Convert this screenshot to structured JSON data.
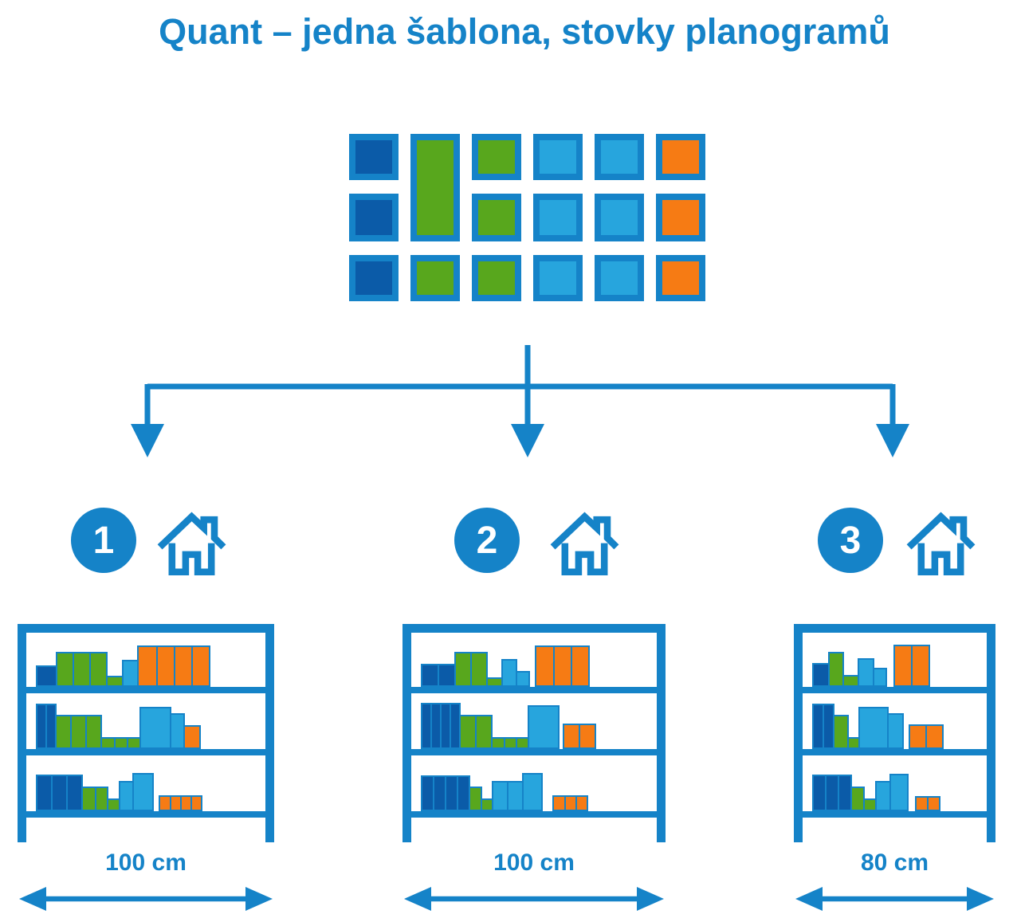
{
  "title": "Quant – jedna šablona, stovky planogramů",
  "palette": {
    "accent": "#1583c8",
    "dark_blue": "#0b5ba8",
    "green": "#58a71d",
    "light_blue": "#27a5dd",
    "orange": "#f67b14"
  },
  "icons": {
    "store": "house-icon",
    "branch": "arrow-down-icon",
    "dimension": "double-arrow-horizontal-icon"
  },
  "template_grid": {
    "columns": 6,
    "rows": 3,
    "cells": [
      {
        "col": 1,
        "row": 1,
        "color": "dark_blue"
      },
      {
        "col": 1,
        "row": 2,
        "color": "dark_blue"
      },
      {
        "col": 1,
        "row": 3,
        "color": "dark_blue"
      },
      {
        "col": 2,
        "row": 1,
        "color": "green",
        "rowspan": 2
      },
      {
        "col": 2,
        "row": 3,
        "color": "green"
      },
      {
        "col": 3,
        "row": 1,
        "color": "green"
      },
      {
        "col": 3,
        "row": 2,
        "color": "green"
      },
      {
        "col": 3,
        "row": 3,
        "color": "green"
      },
      {
        "col": 4,
        "row": 1,
        "color": "light_blue"
      },
      {
        "col": 4,
        "row": 2,
        "color": "light_blue"
      },
      {
        "col": 4,
        "row": 3,
        "color": "light_blue"
      },
      {
        "col": 5,
        "row": 1,
        "color": "light_blue"
      },
      {
        "col": 5,
        "row": 2,
        "color": "light_blue"
      },
      {
        "col": 5,
        "row": 3,
        "color": "light_blue"
      },
      {
        "col": 6,
        "row": 1,
        "color": "orange"
      },
      {
        "col": 6,
        "row": 2,
        "color": "orange"
      },
      {
        "col": 6,
        "row": 3,
        "color": "orange"
      }
    ]
  },
  "stores": [
    {
      "number": "1",
      "width_label": "100 cm",
      "rows": [
        [
          {
            "c": "d",
            "w": 27,
            "h": 27
          },
          {
            "c": "g",
            "w": 23,
            "h": 44
          },
          {
            "c": "g",
            "w": 23,
            "h": 44
          },
          {
            "c": "g",
            "w": 23,
            "h": 44
          },
          {
            "c": "g",
            "w": 22,
            "h": 14
          },
          {
            "c": "l",
            "w": 21,
            "h": 34
          },
          {
            "c": "o",
            "w": 26,
            "h": 52
          },
          {
            "c": "o",
            "w": 24,
            "h": 52
          },
          {
            "c": "o",
            "w": 24,
            "h": 52
          },
          {
            "c": "o",
            "w": 24,
            "h": 52
          }
        ],
        [
          {
            "c": "d",
            "w": 14,
            "h": 57
          },
          {
            "c": "d",
            "w": 14,
            "h": 57
          },
          {
            "c": "g",
            "w": 21,
            "h": 43
          },
          {
            "c": "g",
            "w": 21,
            "h": 43
          },
          {
            "c": "g",
            "w": 21,
            "h": 43
          },
          {
            "c": "g",
            "w": 19,
            "h": 15
          },
          {
            "c": "g",
            "w": 18,
            "h": 15
          },
          {
            "c": "g",
            "w": 18,
            "h": 15
          },
          {
            "c": "l",
            "w": 40,
            "h": 53
          },
          {
            "c": "l",
            "w": 19,
            "h": 45
          },
          {
            "c": "o",
            "w": 22,
            "h": 30
          }
        ],
        [
          {
            "c": "d",
            "w": 21,
            "h": 46
          },
          {
            "c": "d",
            "w": 21,
            "h": 46
          },
          {
            "c": "d",
            "w": 21,
            "h": 46
          },
          {
            "c": "g",
            "w": 19,
            "h": 31
          },
          {
            "c": "g",
            "w": 17,
            "h": 31
          },
          {
            "c": "g",
            "w": 17,
            "h": 16
          },
          {
            "c": "l",
            "w": 19,
            "h": 38
          },
          {
            "c": "l",
            "w": 27,
            "h": 48
          },
          {
            "c": "o",
            "w": 16,
            "h": 20,
            "ml": 6
          },
          {
            "c": "o",
            "w": 15,
            "h": 20
          },
          {
            "c": "o",
            "w": 15,
            "h": 20
          },
          {
            "c": "o",
            "w": 15,
            "h": 20
          }
        ]
      ]
    },
    {
      "number": "2",
      "width_label": "100 cm",
      "rows": [
        [
          {
            "c": "d",
            "w": 23,
            "h": 29
          },
          {
            "c": "d",
            "w": 23,
            "h": 29
          },
          {
            "c": "g",
            "w": 22,
            "h": 44
          },
          {
            "c": "g",
            "w": 22,
            "h": 44
          },
          {
            "c": "g",
            "w": 21,
            "h": 12
          },
          {
            "c": "l",
            "w": 20,
            "h": 35
          },
          {
            "c": "l",
            "w": 18,
            "h": 20
          },
          {
            "c": "o",
            "w": 25,
            "h": 52,
            "ml": 6
          },
          {
            "c": "o",
            "w": 24,
            "h": 52
          },
          {
            "c": "o",
            "w": 24,
            "h": 52
          }
        ],
        [
          {
            "c": "d",
            "w": 14,
            "h": 58
          },
          {
            "c": "d",
            "w": 14,
            "h": 58
          },
          {
            "c": "d",
            "w": 14,
            "h": 58
          },
          {
            "c": "d",
            "w": 14,
            "h": 58
          },
          {
            "c": "g",
            "w": 22,
            "h": 43
          },
          {
            "c": "g",
            "w": 22,
            "h": 43
          },
          {
            "c": "g",
            "w": 18,
            "h": 15
          },
          {
            "c": "g",
            "w": 17,
            "h": 15
          },
          {
            "c": "g",
            "w": 17,
            "h": 15
          },
          {
            "c": "l",
            "w": 40,
            "h": 55
          },
          {
            "c": "o",
            "w": 22,
            "h": 32,
            "ml": 4
          },
          {
            "c": "o",
            "w": 22,
            "h": 32
          }
        ],
        [
          {
            "c": "d",
            "w": 17,
            "h": 45
          },
          {
            "c": "d",
            "w": 17,
            "h": 45
          },
          {
            "c": "d",
            "w": 17,
            "h": 45
          },
          {
            "c": "d",
            "w": 17,
            "h": 45
          },
          {
            "c": "g",
            "w": 17,
            "h": 31
          },
          {
            "c": "g",
            "w": 16,
            "h": 16
          },
          {
            "c": "l",
            "w": 21,
            "h": 38
          },
          {
            "c": "l",
            "w": 21,
            "h": 38
          },
          {
            "c": "l",
            "w": 26,
            "h": 48
          },
          {
            "c": "o",
            "w": 17,
            "h": 20,
            "ml": 12
          },
          {
            "c": "o",
            "w": 16,
            "h": 20
          },
          {
            "c": "o",
            "w": 16,
            "h": 20
          }
        ]
      ]
    },
    {
      "number": "3",
      "width_label": "80 cm",
      "rows": [
        [
          {
            "c": "d",
            "w": 22,
            "h": 30
          },
          {
            "c": "g",
            "w": 20,
            "h": 44
          },
          {
            "c": "g",
            "w": 21,
            "h": 15
          },
          {
            "c": "l",
            "w": 21,
            "h": 36
          },
          {
            "c": "l",
            "w": 18,
            "h": 24
          },
          {
            "c": "o",
            "w": 24,
            "h": 53,
            "ml": 8
          },
          {
            "c": "o",
            "w": 24,
            "h": 53
          }
        ],
        [
          {
            "c": "d",
            "w": 15,
            "h": 57
          },
          {
            "c": "d",
            "w": 15,
            "h": 57
          },
          {
            "c": "g",
            "w": 20,
            "h": 43
          },
          {
            "c": "g",
            "w": 16,
            "h": 15
          },
          {
            "c": "l",
            "w": 38,
            "h": 53
          },
          {
            "c": "l",
            "w": 21,
            "h": 45
          },
          {
            "c": "o",
            "w": 23,
            "h": 31,
            "ml": 6
          },
          {
            "c": "o",
            "w": 23,
            "h": 31
          }
        ],
        [
          {
            "c": "d",
            "w": 18,
            "h": 46
          },
          {
            "c": "d",
            "w": 18,
            "h": 46
          },
          {
            "c": "d",
            "w": 18,
            "h": 46
          },
          {
            "c": "g",
            "w": 18,
            "h": 31
          },
          {
            "c": "g",
            "w": 17,
            "h": 16
          },
          {
            "c": "l",
            "w": 20,
            "h": 38
          },
          {
            "c": "l",
            "w": 24,
            "h": 47
          },
          {
            "c": "o",
            "w": 17,
            "h": 19,
            "ml": 8
          },
          {
            "c": "o",
            "w": 17,
            "h": 19
          }
        ]
      ]
    }
  ]
}
